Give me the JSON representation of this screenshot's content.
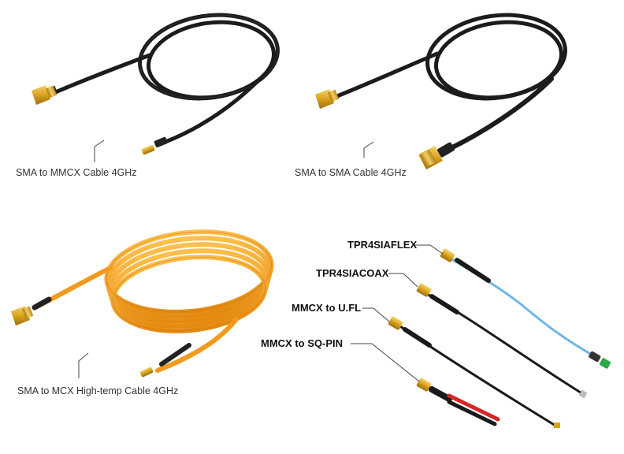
{
  "products": [
    {
      "caption": "SMA to MMCX Cable 4GHz",
      "cable_color": "#1c1c1c"
    },
    {
      "caption": "SMA to SMA Cable 4GHz",
      "cable_color": "#1c1c1c"
    },
    {
      "caption": "SMA to MCX High-temp Cable 4GHz",
      "cable_color": "#f29a1c"
    }
  ],
  "adapters": [
    {
      "label": "TPR4SIAFLEX",
      "cable_color": "#6fb6e6"
    },
    {
      "label": "TPR4SIACOAX",
      "cable_color": "#1a1a1a"
    },
    {
      "label": "MMCX to U.FL",
      "cable_color": "#1a1a1a"
    },
    {
      "label": "MMCX to SQ-PIN",
      "cable_color": "#1a1a1a"
    }
  ],
  "colors": {
    "background": "#ffffff",
    "gold_connector": "#d9a21e",
    "callout_line": "#444444"
  }
}
